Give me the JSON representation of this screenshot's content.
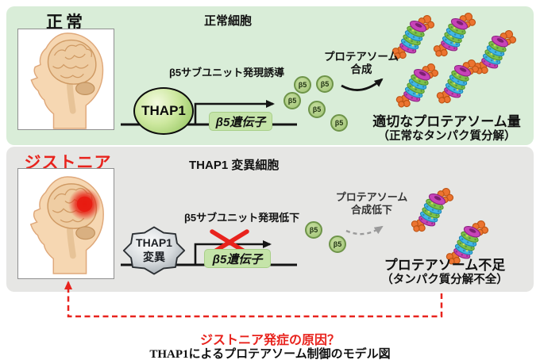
{
  "diagram": {
    "caption": "THAP1によるプロテアソーム制御のモデル図",
    "question_label": "ジストニア発症の原因？"
  },
  "normal_panel": {
    "title": "正常",
    "cell_heading": "正常細胞",
    "induction_label": "β5サブユニット発現誘導",
    "thap1_label": "THAP1",
    "gene_label": "β5遺伝子",
    "subunit_label": "β5",
    "subunit_count": 5,
    "proteasome_count": 5,
    "synthesis_line1": "プロテアソーム",
    "synthesis_line2": "合成",
    "outcome_line1": "適切なプロテアソーム量",
    "outcome_line2": "（正常なタンパク質分解）"
  },
  "dystonia_panel": {
    "title": "ジストニア",
    "cell_heading": "THAP1 変異細胞",
    "reduction_label": "β5サブユニット発現低下",
    "thap1_line1": "THAP1",
    "thap1_line2": "変異",
    "gene_label": "β5遺伝子",
    "subunit_label": "β5",
    "subunit_count": 2,
    "proteasome_count": 2,
    "synthesis_line1": "プロテアソーム",
    "synthesis_line2": "合成低下",
    "outcome_line1": "プロテアソーム不足",
    "outcome_line2": "（タンパク質分解不全）"
  },
  "colors": {
    "normal_panel_bg": "#d9edd8",
    "dystonia_panel_bg": "#e6e6e4",
    "accent_red": "#e8231d",
    "thap1_green": "#8abf55",
    "gene_box_green": "#c5e4a9",
    "subunit_green": "#a9cc80",
    "proteasome_orange": "#ec7430",
    "proteasome_magenta": "#c743b8",
    "proteasome_blue": "#41b6e6",
    "proteasome_green": "#7cc24b"
  }
}
